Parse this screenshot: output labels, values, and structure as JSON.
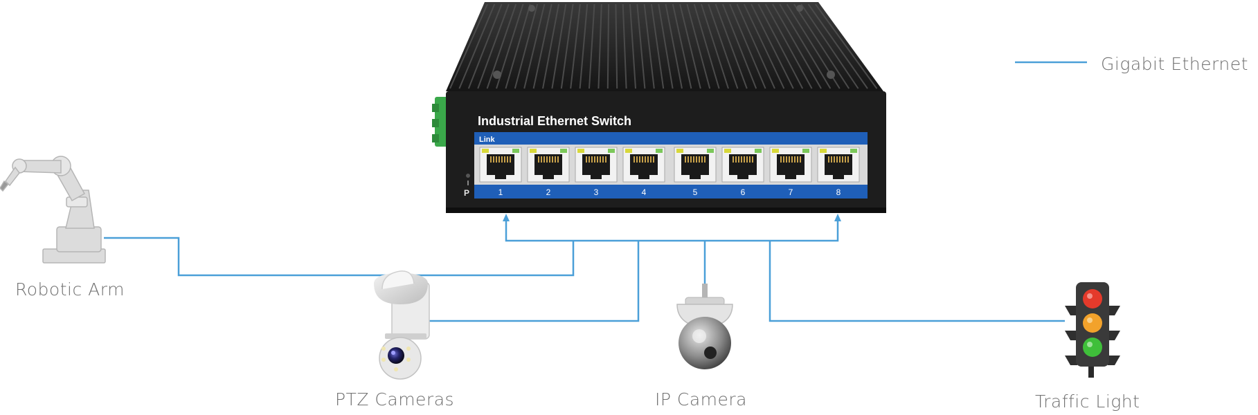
{
  "legend": {
    "label": "Gigabit Ethernet",
    "line_color": "#4a9fd8"
  },
  "switch": {
    "title": "Industrial Ethernet Switch",
    "link_label": "Link",
    "power_label": "P",
    "ports": [
      "1",
      "2",
      "3",
      "4",
      "5",
      "6",
      "7",
      "8"
    ],
    "body_color": "#1d1d1d",
    "band_color": "#1f5fb8"
  },
  "devices": {
    "robotic_arm": "Robotic Arm",
    "ptz_cameras": "PTZ Cameras",
    "ip_camera": "IP Camera",
    "traffic_light": "Traffic Light"
  }
}
